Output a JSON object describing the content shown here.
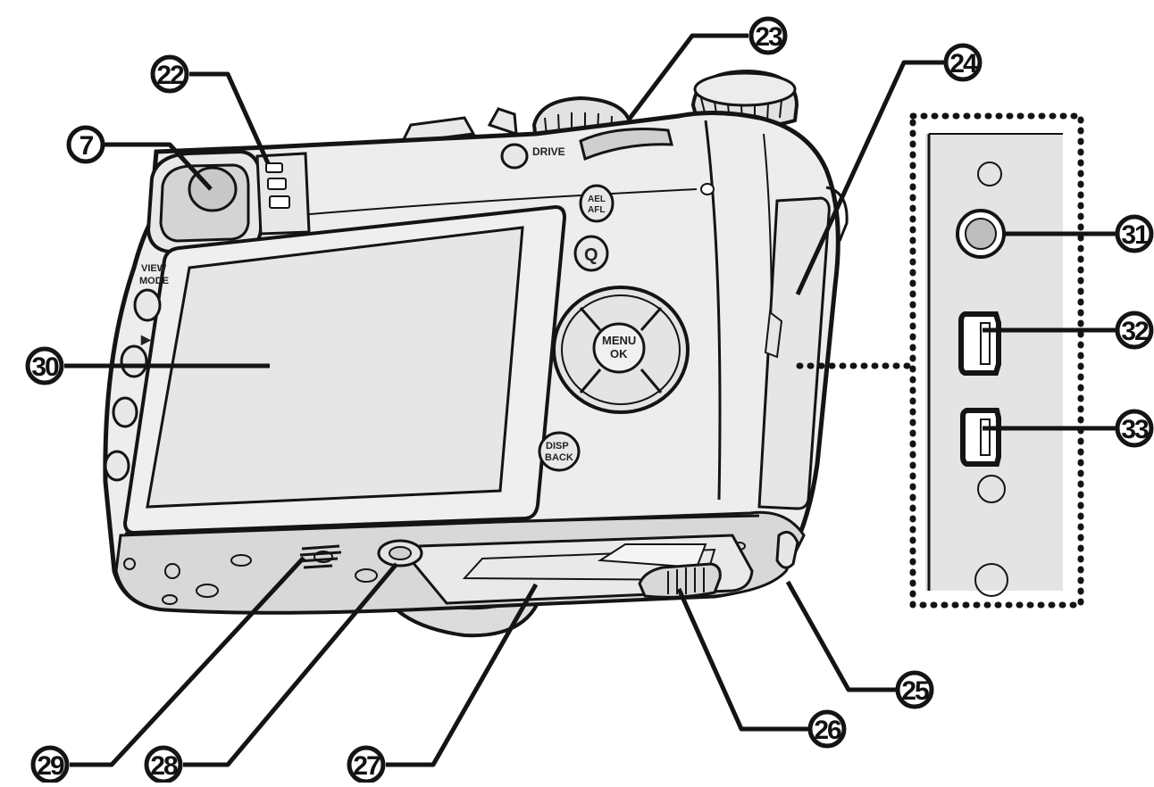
{
  "colors": {
    "body_fill": "#ededed",
    "body_shade": "#d8d8d8",
    "outline": "#141414",
    "screen_fill": "#e6e6e6",
    "panel_fill": "#e4e4e4",
    "callout_fill": "#ffffff"
  },
  "camera_labels": {
    "drive": "DRIVE",
    "ael_afl_top": "AEL",
    "ael_afl_bottom": "AFL",
    "q": "Q",
    "menu_top": "MENU",
    "menu_bottom": "OK",
    "disp_top": "DISP",
    "disp_bottom": "BACK",
    "view_mode_top": "VIEW",
    "view_mode_bottom": "MODE",
    "playback_symbol": "▶"
  },
  "callouts": [
    {
      "id": "c7",
      "label": "7"
    },
    {
      "id": "c22",
      "label": "22"
    },
    {
      "id": "c23",
      "label": "23"
    },
    {
      "id": "c24",
      "label": "24"
    },
    {
      "id": "c25",
      "label": "25"
    },
    {
      "id": "c26",
      "label": "26"
    },
    {
      "id": "c27",
      "label": "27"
    },
    {
      "id": "c28",
      "label": "28"
    },
    {
      "id": "c29",
      "label": "29"
    },
    {
      "id": "c30",
      "label": "30"
    },
    {
      "id": "c31",
      "label": "31"
    },
    {
      "id": "c32",
      "label": "32"
    },
    {
      "id": "c33",
      "label": "33"
    }
  ]
}
